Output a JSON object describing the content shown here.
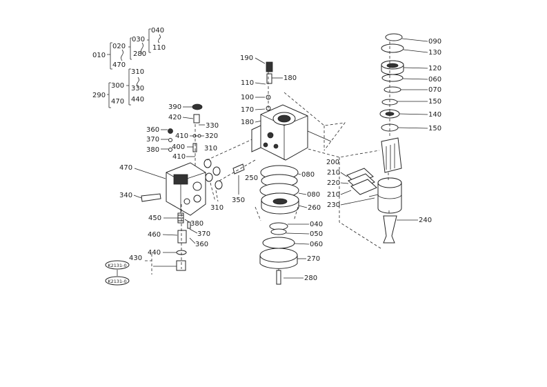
{
  "parts": {
    "p010": "010",
    "p020": "020",
    "p030": "030",
    "p040": "040",
    "p110": "110",
    "p280": "280",
    "p470a": "470",
    "p290": "290",
    "p300": "300",
    "p310a": "310",
    "p330a": "330",
    "p440a": "440",
    "p470b": "470",
    "p390": "390",
    "p420": "420",
    "p330b": "330",
    "p360": "360",
    "p370": "370",
    "p380": "380",
    "p410a": "410",
    "p320": "320",
    "p400": "400",
    "p310b": "310",
    "p410b": "410",
    "p470c": "470",
    "p340": "340",
    "p310c": "310",
    "p350": "350",
    "p450": "450",
    "p380b": "380",
    "p370b": "370",
    "p360b": "360",
    "p460": "460",
    "p440b": "440",
    "p430": "430",
    "p190": "190",
    "p180a": "180",
    "p110b": "110",
    "p100": "100",
    "p170": "170",
    "p180b": "180",
    "p200": "200",
    "p080a": "080",
    "p250": "250",
    "p080b": "080",
    "p260": "260",
    "p040b": "040",
    "p050": "050",
    "p060a": "060",
    "p270": "270",
    "p280b": "280",
    "p210a": "210",
    "p220": "220",
    "p210b": "210",
    "p230": "230",
    "p090": "090",
    "p130": "130",
    "p120": "120",
    "p060b": "060",
    "p070": "070",
    "p150a": "150",
    "p140": "140",
    "p150b": "150",
    "p240": "240"
  },
  "stamps": {
    "s1": "K2131-0",
    "s2": "K2131-0"
  }
}
